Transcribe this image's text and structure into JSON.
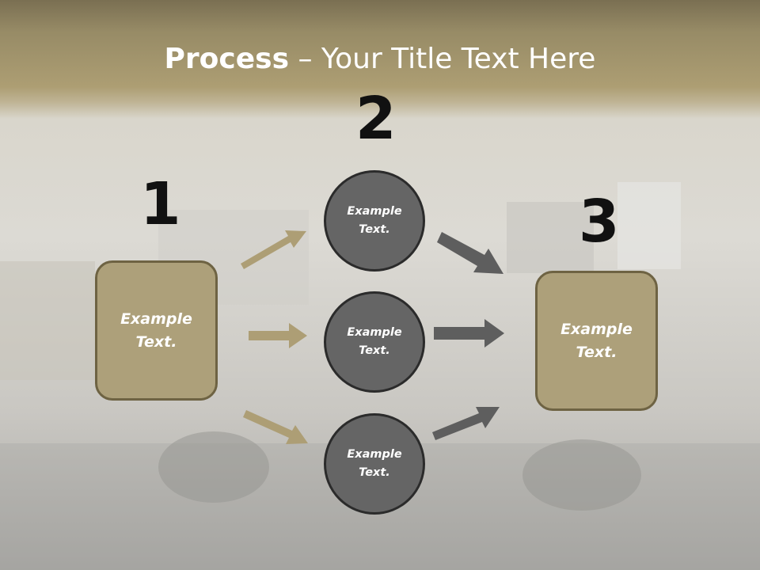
{
  "slide": {
    "title_bold": "Process",
    "title_rest": " – Your Title Text Here"
  },
  "steps": [
    {
      "number": "1",
      "text_line1": "Example",
      "text_line2": "Text."
    },
    {
      "number": "2"
    },
    {
      "number": "3",
      "text_line1": "Example",
      "text_line2": "Text."
    }
  ],
  "circles": [
    {
      "text_line1": "Example",
      "text_line2": "Text."
    },
    {
      "text_line1": "Example",
      "text_line2": "Text."
    },
    {
      "text_line1": "Example",
      "text_line2": "Text."
    }
  ],
  "colors": {
    "box_fill": "#ada07a",
    "box_border": "#6e6343",
    "circle_fill": "#656565",
    "tan_arrow": "#ad9e75",
    "gray_arrow": "#5e5e5e",
    "header_band": "#978b66"
  }
}
